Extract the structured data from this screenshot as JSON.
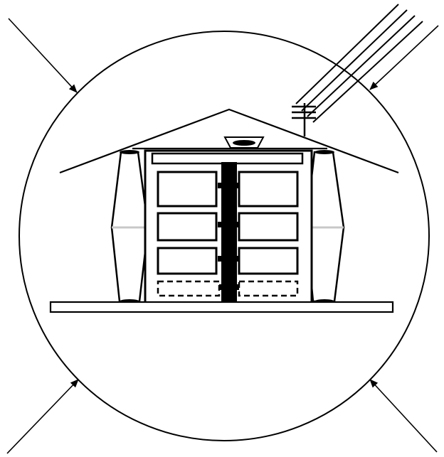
{
  "figure": {
    "description_text": "",
    "colors": {
      "background": "#ffffff",
      "stroke": "#000000",
      "fill": "#ffffff",
      "band_gray": "#c8c8c8"
    },
    "icons": [
      "enclosing-circle",
      "inward-arrow",
      "antenna-icon",
      "solar-panel-icon",
      "house-icon"
    ],
    "shelf_tiers": 4,
    "columns": 2
  }
}
